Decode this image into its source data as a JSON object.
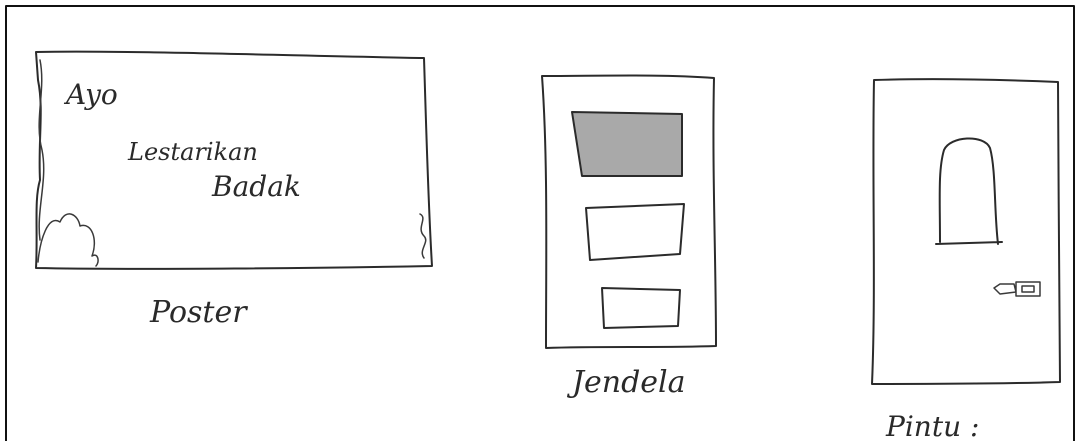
{
  "poster": {
    "text_line1": "Ayo",
    "text_line2": "Lestarikan",
    "text_line3": "Badak",
    "caption": "Poster"
  },
  "window": {
    "caption": "Jendela"
  },
  "door": {
    "caption": "Pintu :"
  },
  "colors": {
    "ink": "#2b2b2b",
    "shaded_pane": "#a9a9a9",
    "paper": "#ffffff"
  }
}
